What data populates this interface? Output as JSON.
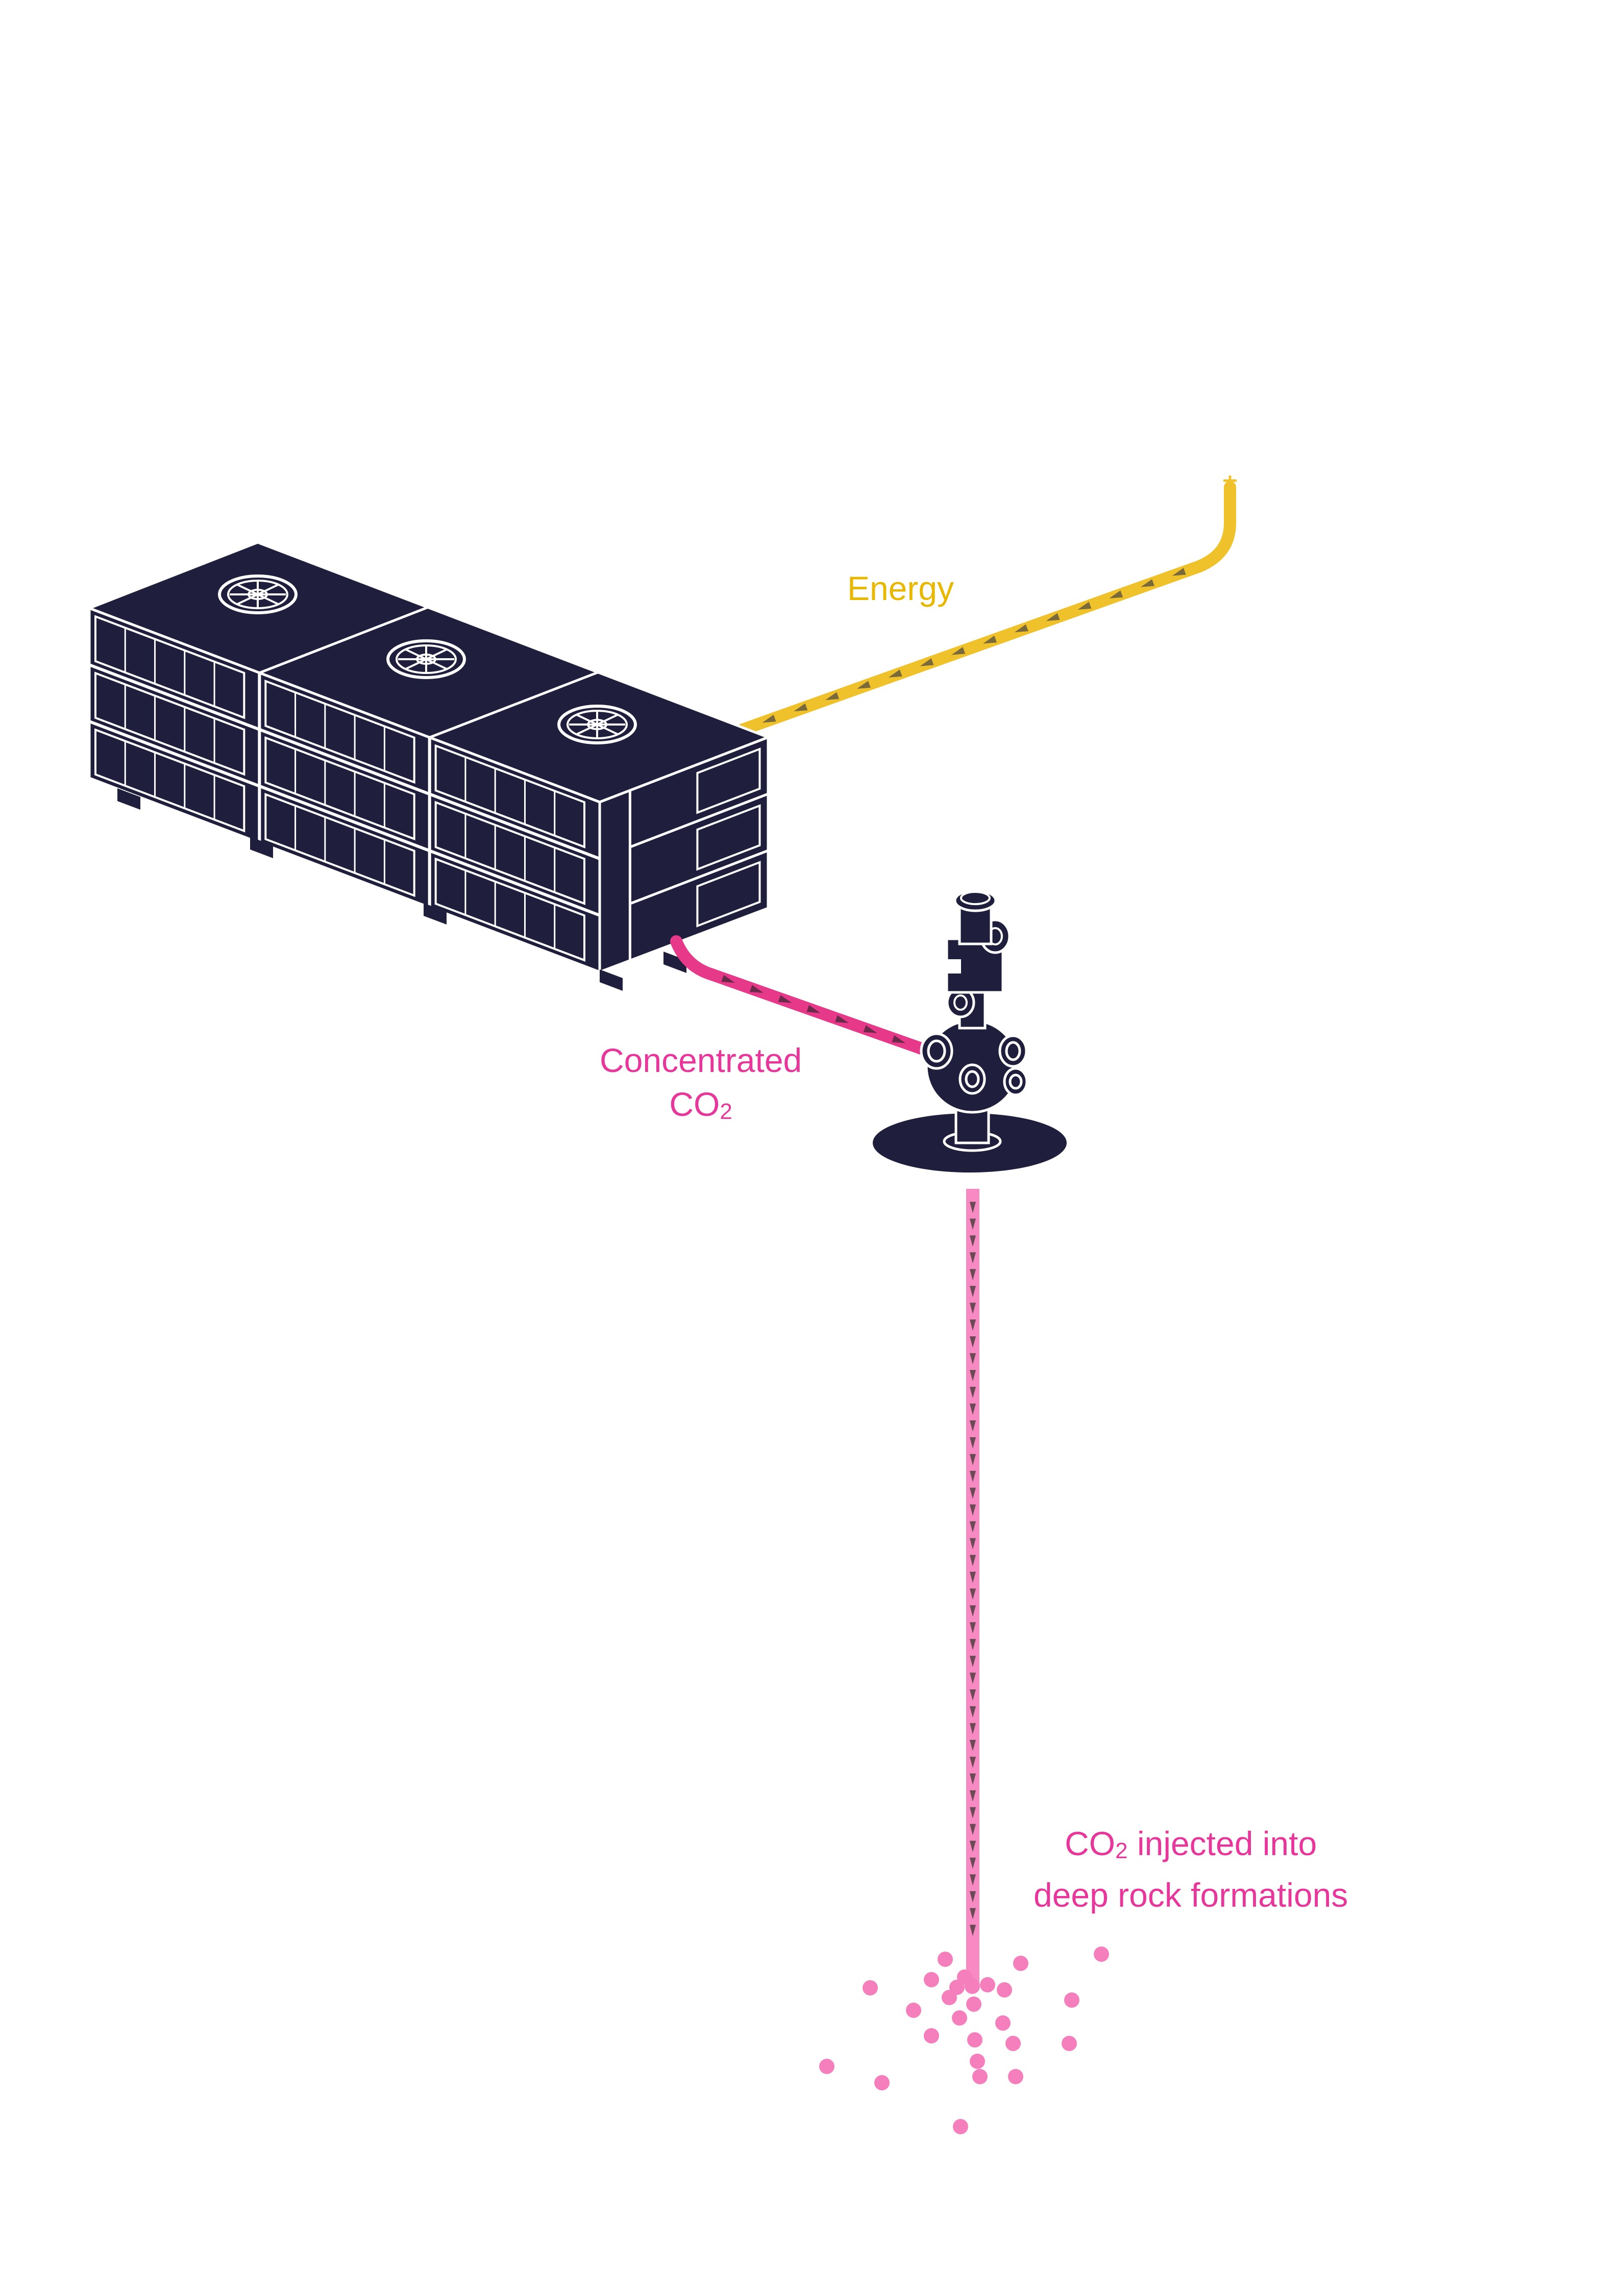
{
  "labels": {
    "energy": "Energy",
    "concentrated_line1": "Concentrated",
    "concentrated_co": "CO",
    "concentrated_sub": "2",
    "injected_co": "CO",
    "injected_sub": "2",
    "injected_rest": " injected into",
    "injected_line2": "deep rock formations"
  },
  "colors": {
    "background": "#ffffff",
    "unit_fill": "#1f1f3d",
    "unit_stroke": "#ffffff",
    "energy": "#efc12b",
    "energy_text": "#e8b800",
    "co2_line": "#e6398a",
    "co2_text": "#e8379a",
    "injection_pipe": "#f78ac2",
    "particles": "#f57fbd",
    "arrow_marks": "#6b4a55"
  }
}
